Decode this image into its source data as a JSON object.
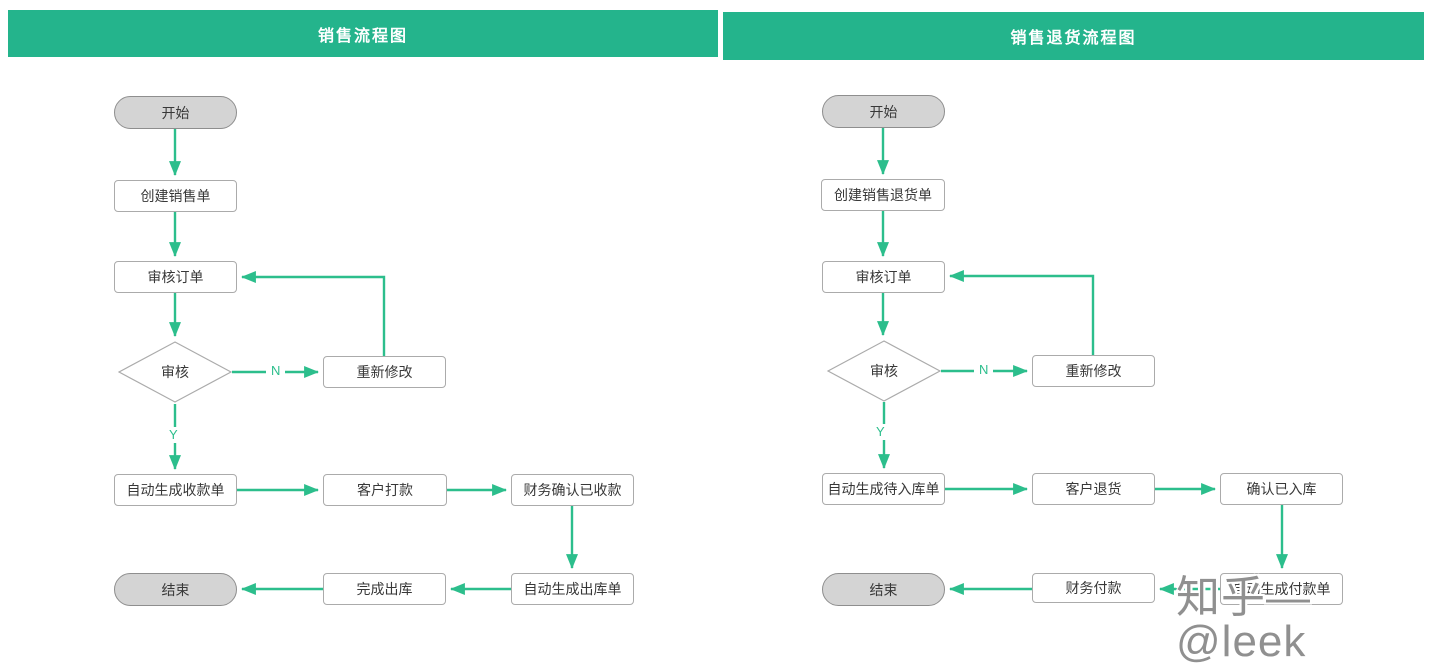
{
  "colors": {
    "header_green": "#24b48c",
    "arrow_green": "#2cbe8c",
    "node_border": "#ababab",
    "terminal_fill": "#d4d4d4",
    "terminal_border": "#8e8e8e",
    "node_text": "#383838",
    "watermark_gray": "#909090"
  },
  "left_chart": {
    "title": "销售流程图",
    "nodes": {
      "start": "开始",
      "create_order": "创建销售单",
      "review_order": "审核订单",
      "review_decision": "审核",
      "revise": "重新修改",
      "auto_receipt": "自动生成收款单",
      "customer_payment": "客户打款",
      "finance_confirm": "财务确认已收款",
      "auto_outbound": "自动生成出库单",
      "complete_outbound": "完成出库",
      "end": "结束"
    },
    "branch_labels": {
      "no": "N",
      "yes": "Y"
    }
  },
  "right_chart": {
    "title": "销售退货流程图",
    "nodes": {
      "start": "开始",
      "create_return_order": "创建销售退货单",
      "review_order": "审核订单",
      "review_decision": "审核",
      "revise": "重新修改",
      "auto_pending_inbound": "自动生成待入库单",
      "customer_return": "客户退货",
      "confirm_inbound": "确认已入库",
      "auto_payment": "自动生成付款单",
      "finance_payment": "财务付款",
      "end": "结束"
    },
    "branch_labels": {
      "no": "N",
      "yes": "Y"
    }
  },
  "watermark": {
    "text": "知乎—@leek"
  }
}
